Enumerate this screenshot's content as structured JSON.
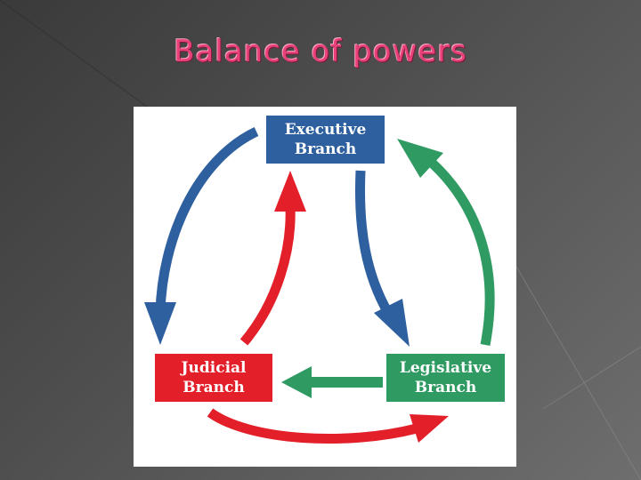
{
  "slide": {
    "title": "Balance of powers"
  },
  "diagram": {
    "executive": {
      "line1": "Executive",
      "line2": "Branch"
    },
    "judicial": {
      "line1": "Judicial",
      "line2": "Branch"
    },
    "legislative": {
      "line1": "Legislative",
      "line2": "Branch"
    }
  },
  "colors": {
    "title": "#e8417a",
    "executive": "#2e5f9e",
    "judicial": "#e3202a",
    "legislative": "#2f9a62",
    "panel": "#ffffff"
  }
}
